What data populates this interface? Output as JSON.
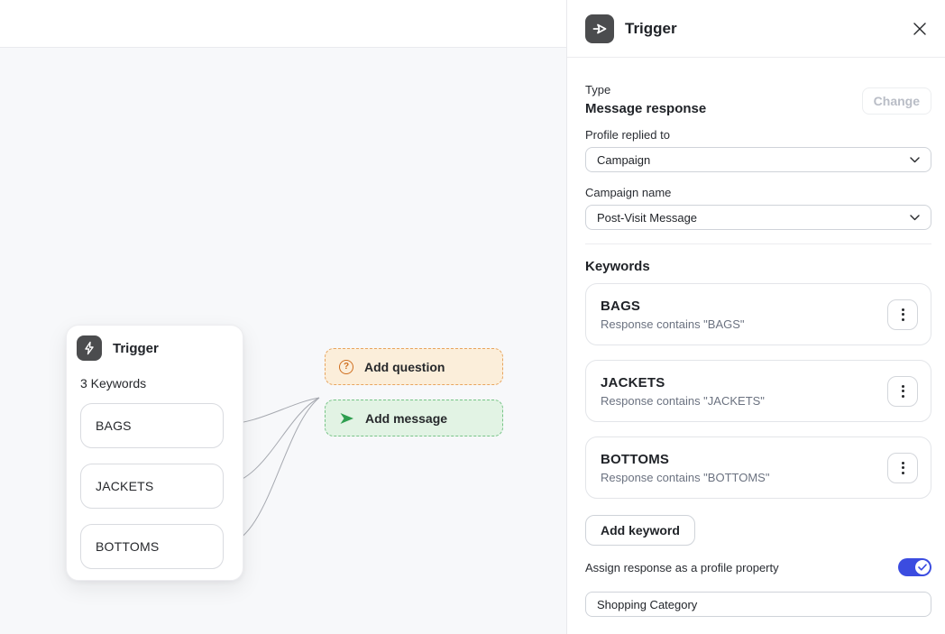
{
  "canvas": {
    "node": {
      "title": "Trigger",
      "subtitle": "3 Keywords",
      "keywords": [
        "BAGS",
        "JACKETS",
        "BOTTOMS"
      ]
    },
    "actions": {
      "add_question": "Add question",
      "add_question_icon_glyph": "?",
      "add_message": "Add message"
    }
  },
  "panel": {
    "title": "Trigger",
    "type_label": "Type",
    "type_value": "Message response",
    "change_label": "Change",
    "profile_label": "Profile replied to",
    "profile_value": "Campaign",
    "campaign_label": "Campaign name",
    "campaign_value": "Post-Visit Message",
    "keywords_heading": "Keywords",
    "keywords": [
      {
        "name": "BAGS",
        "rule": "Response contains \"BAGS\""
      },
      {
        "name": "JACKETS",
        "rule": "Response contains \"JACKETS\""
      },
      {
        "name": "BOTTOMS",
        "rule": "Response contains \"BOTTOMS\""
      }
    ],
    "add_keyword_label": "Add keyword",
    "assign_label": "Assign response as a profile property",
    "assign_toggle_state": "on",
    "property_value": "Shopping Category"
  },
  "colors": {
    "toggle_accent": "#3b4ce0",
    "question_orange": "#cf6e1e",
    "question_bg": "#fbeeda",
    "message_green": "#2e9e4f",
    "message_bg": "#e2f3e4",
    "node_icon_bg": "#4b4c4e",
    "canvas_bg": "#f7f8fa"
  },
  "icons": {
    "panel_header": "send-icon",
    "node": "lightning-bolt-icon"
  }
}
